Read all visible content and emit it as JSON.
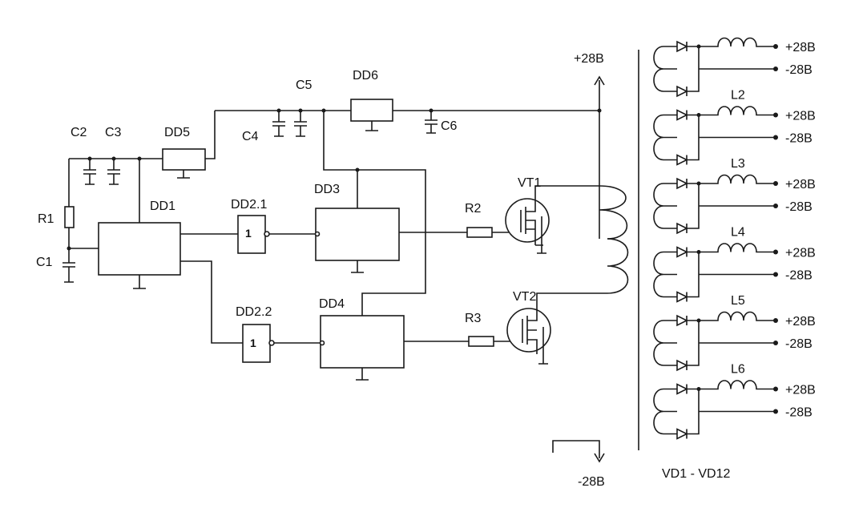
{
  "labels": {
    "c2": "C2",
    "c3": "C3",
    "dd5": "DD5",
    "c5": "C5",
    "dd6": "DD6",
    "c4": "C4",
    "c6": "C6",
    "r1": "R1",
    "c1": "C1",
    "dd1": "DD1",
    "dd2_1": "DD2.1",
    "dd3": "DD3",
    "dd2_2": "DD2.2",
    "dd4": "DD4",
    "r2": "R2",
    "r3": "R3",
    "vt1": "VT1",
    "vt2": "VT2",
    "plus_supply": "+28B",
    "minus_supply": "-28B",
    "vd_range": "VD1 - VD12"
  },
  "gates": {
    "dd2_1": "1",
    "dd2_2": "1"
  },
  "outputs": [
    {
      "inductor": "",
      "pos": "+28B",
      "neg": "-28B"
    },
    {
      "inductor": "L2",
      "pos": "+28B",
      "neg": "-28B"
    },
    {
      "inductor": "L3",
      "pos": "+28B",
      "neg": "-28B"
    },
    {
      "inductor": "L4",
      "pos": "+28B",
      "neg": "-28B"
    },
    {
      "inductor": "L5",
      "pos": "+28B",
      "neg": "-28B"
    },
    {
      "inductor": "L6",
      "pos": "+28B",
      "neg": "-28B"
    }
  ]
}
